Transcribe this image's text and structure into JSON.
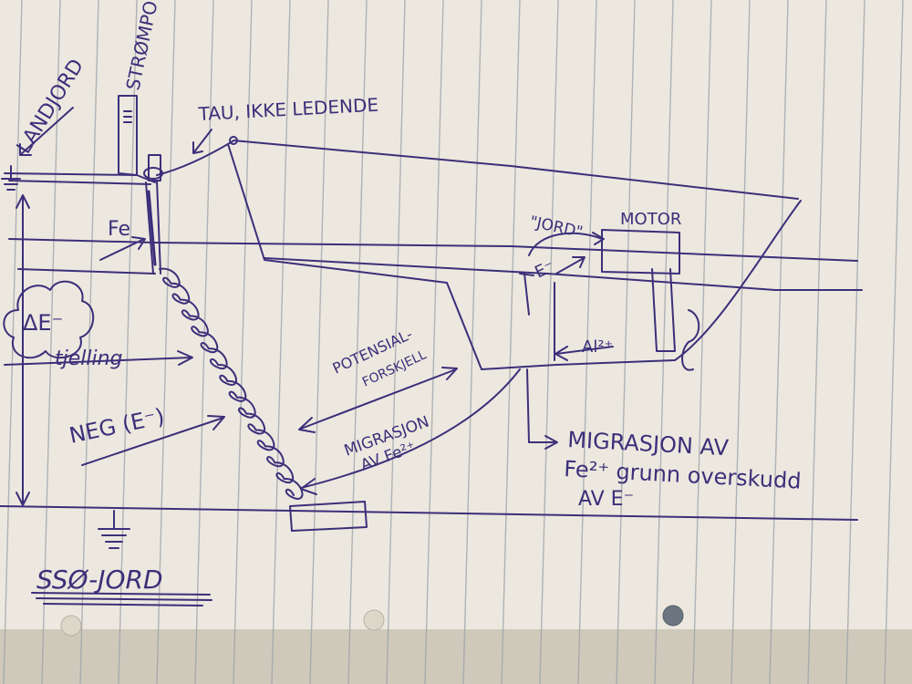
{
  "colors": {
    "paper": "#ece8df",
    "paper_shadow": "#cfc9bc",
    "rule_line": "#9aa0a8",
    "ink": "#3b2f7a"
  },
  "labels": {
    "landjord": "LANDJORD",
    "stromport": "STRØMPO",
    "tau": "TAU, IKKE LEDENDE",
    "jord_quote": "\"JORD\"",
    "motor": "MOTOR",
    "fe": "Fe",
    "e_minus": "E⁻",
    "delta_e": "ΔE⁻",
    "tjelling": "tjelling",
    "neg": "NEG (E⁻)",
    "potensial_1": "POTENSIAL-",
    "potensial_2": "FORSKJELL",
    "migrasjon_1": "MIGRASJON",
    "migrasjon_2": "AV Fe²⁺",
    "al": "Al²⁺",
    "migrasjon_big_1": "MIGRASJON AV",
    "migrasjon_big_2": "Fe²⁺ grunn overskudd",
    "migrasjon_big_3": "AV E⁻",
    "sso_jord": "SSØ-JORD"
  }
}
